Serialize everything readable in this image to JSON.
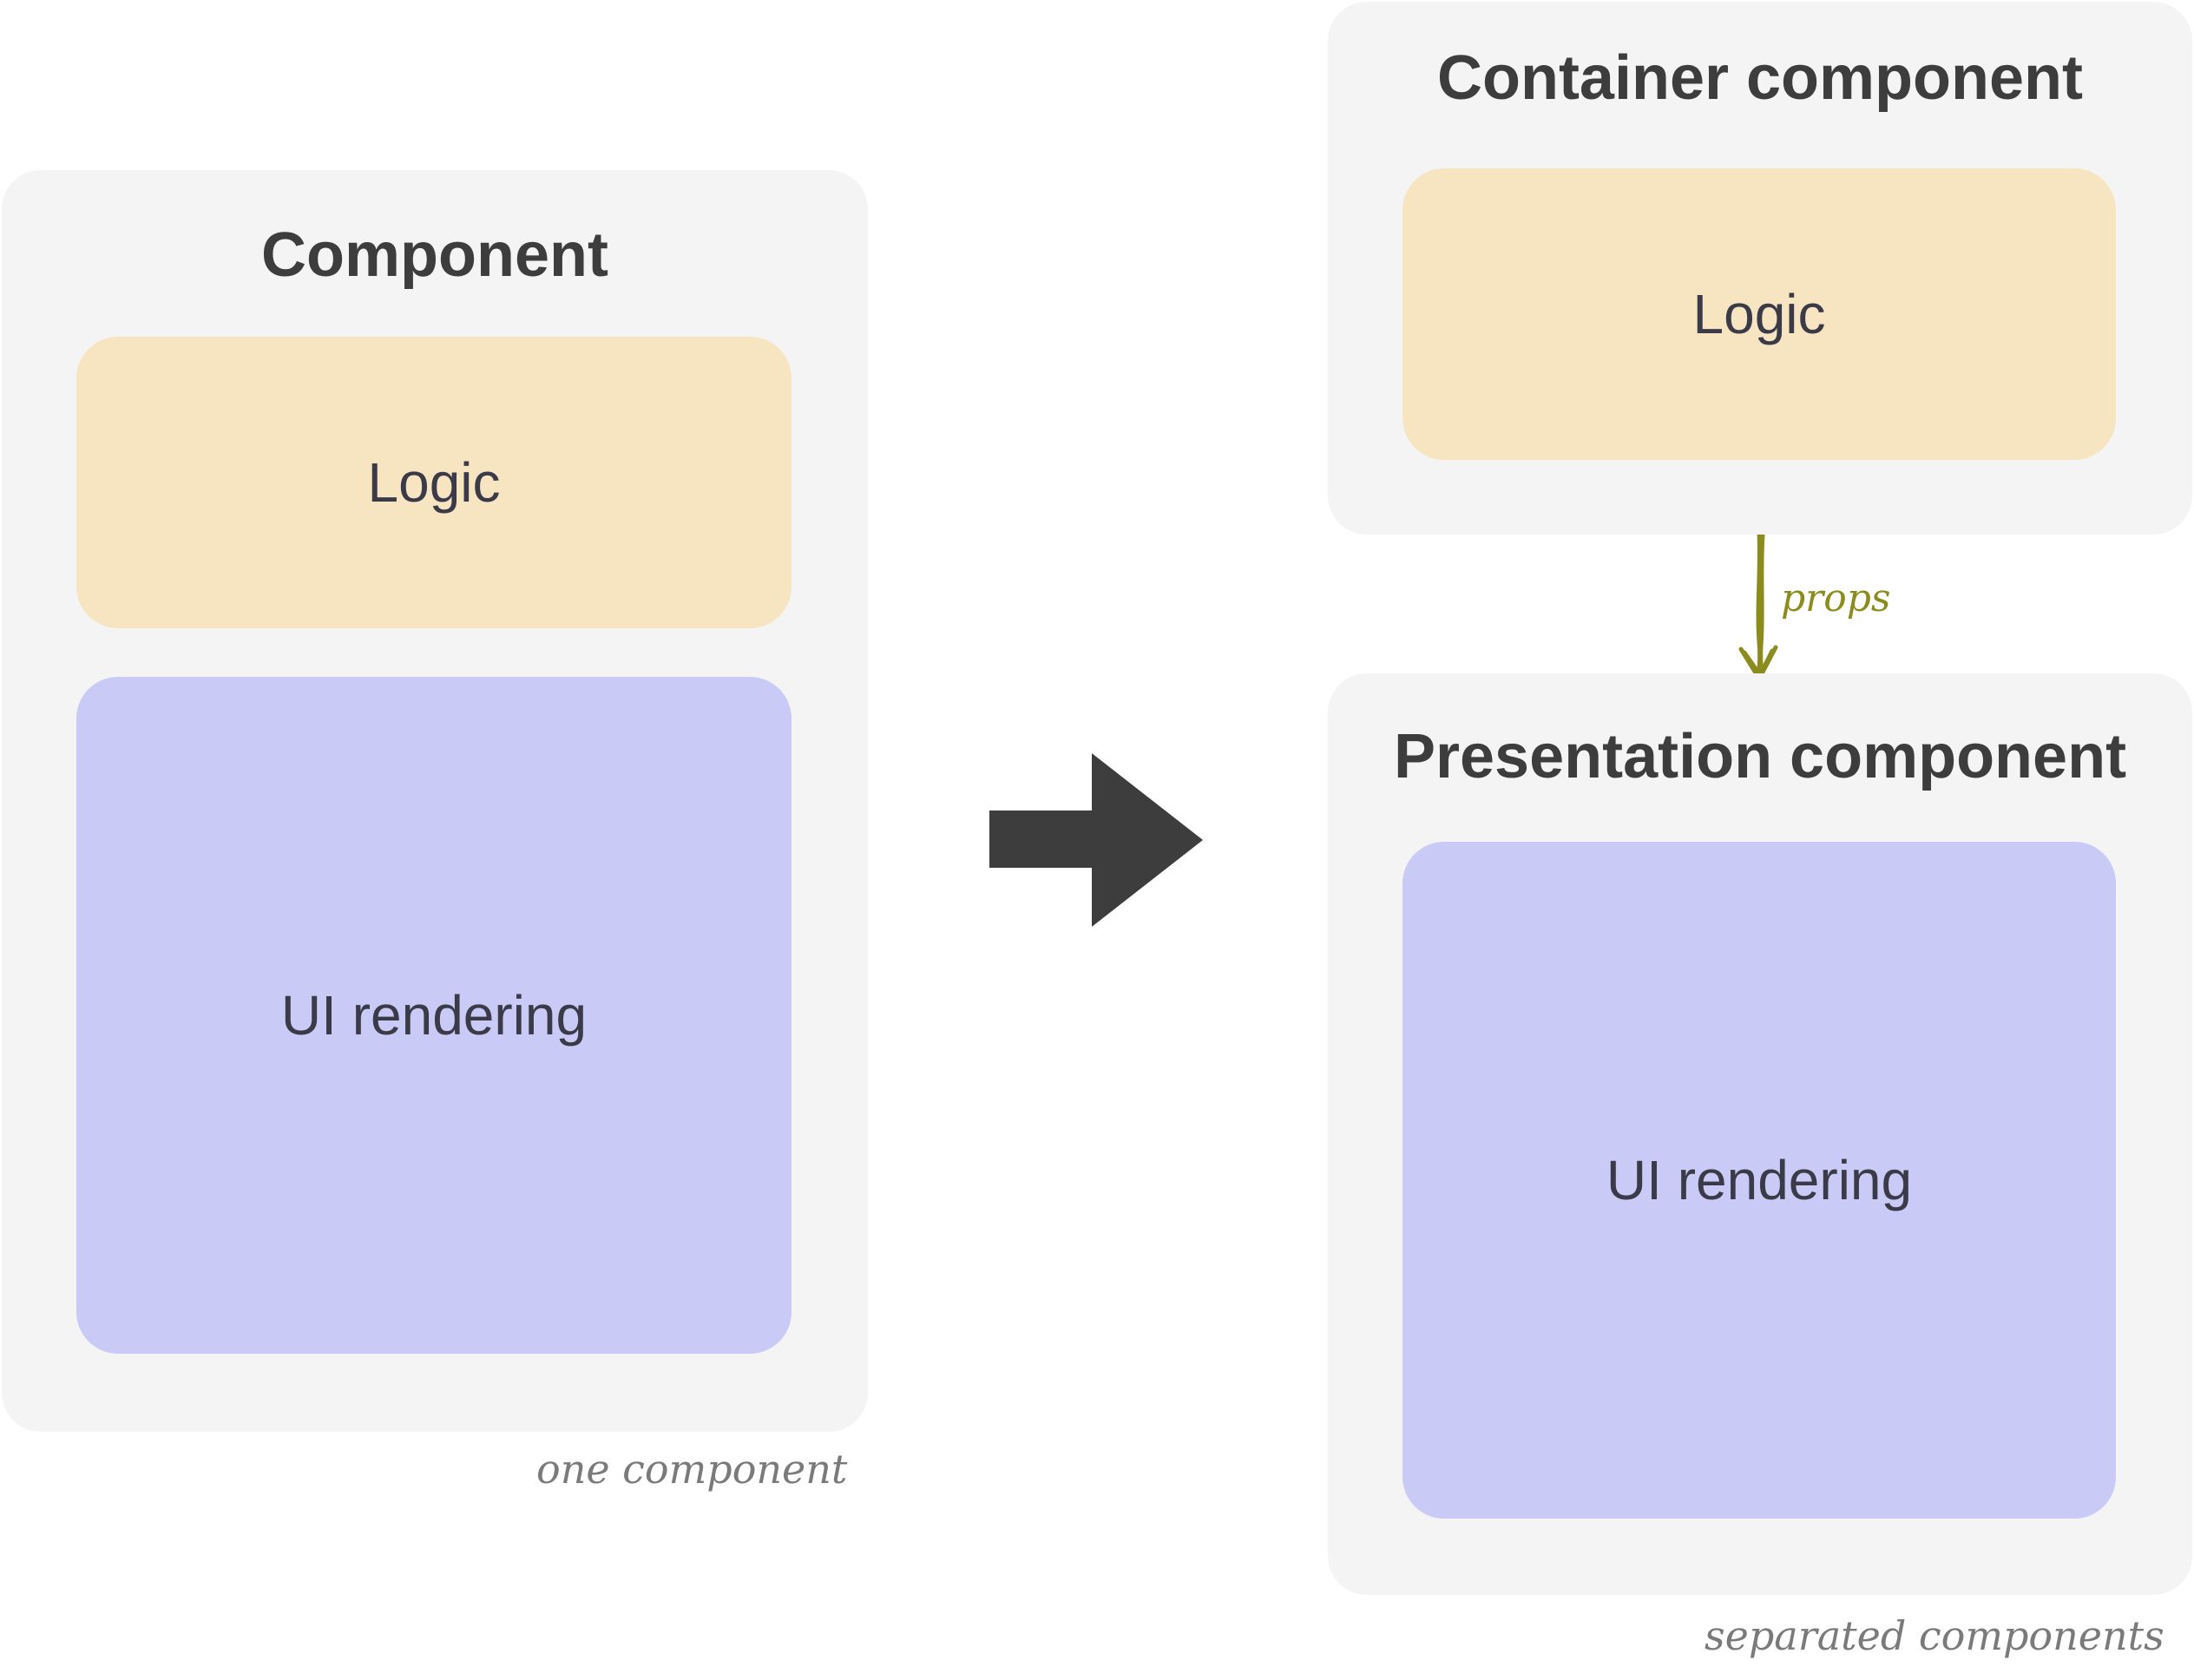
{
  "left": {
    "title": "Component",
    "logic_label": "Logic",
    "ui_label": "UI rendering",
    "caption": "one component"
  },
  "container": {
    "title": "Container component",
    "logic_label": "Logic"
  },
  "presentation": {
    "title": "Presentation component",
    "ui_label": "UI rendering"
  },
  "connector": {
    "label": "props"
  },
  "right_caption": "separated components",
  "colors": {
    "panel_bg": "#f4f4f4",
    "logic_bg": "#f7e5c1",
    "ui_bg": "#c9caf5",
    "arrow": "#3d3d3d",
    "props": "#8c8c1e",
    "caption": "#7a7a7a"
  },
  "icons": {
    "transform_arrow": "right-arrow-icon",
    "props_arrow": "down-arrow-icon"
  }
}
